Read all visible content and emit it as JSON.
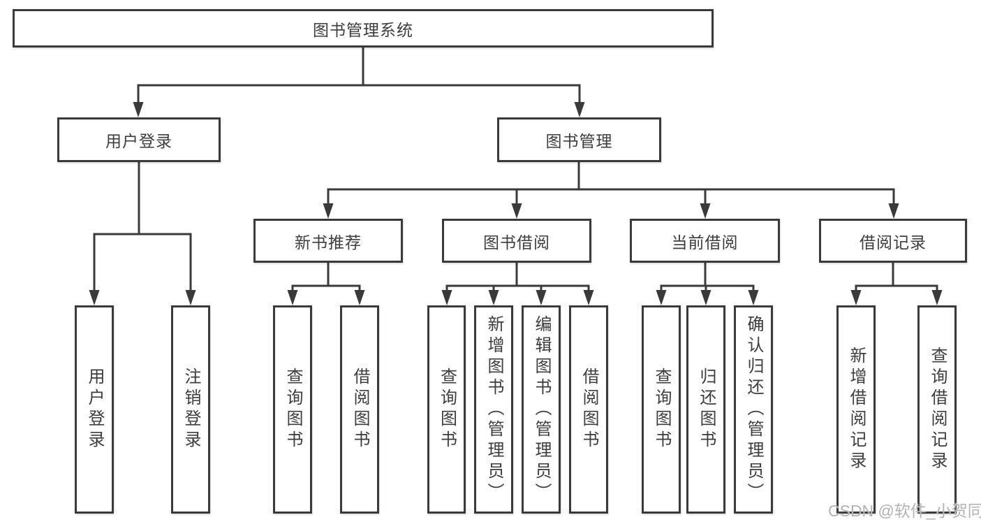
{
  "diagram": {
    "root": {
      "label": "图书管理系统"
    },
    "level1": [
      {
        "label": "用户登录"
      },
      {
        "label": "图书管理"
      }
    ],
    "level2": [
      {
        "label": "新书推荐"
      },
      {
        "label": "图书借阅"
      },
      {
        "label": "当前借阅"
      },
      {
        "label": "借阅记录"
      }
    ],
    "leaves": [
      {
        "label": "用户登录"
      },
      {
        "label": "注销登录"
      },
      {
        "label": "查询图书"
      },
      {
        "label": "借阅图书"
      },
      {
        "label": "查询图书"
      },
      {
        "label": "新增图书（管理员）"
      },
      {
        "label": "编辑图书（管理员）"
      },
      {
        "label": "借阅图书"
      },
      {
        "label": "查询图书"
      },
      {
        "label": "归还图书"
      },
      {
        "label": "确认归还（管理员）"
      },
      {
        "label": "新增借阅记录"
      },
      {
        "label": "查询借阅记录"
      }
    ],
    "watermark": "CSDN @软件_小贺同学",
    "colors": {
      "line": "#3a3a3a",
      "text": "#3d3d3d",
      "background": "#ffffff",
      "watermark": "#b3b3b3"
    }
  }
}
